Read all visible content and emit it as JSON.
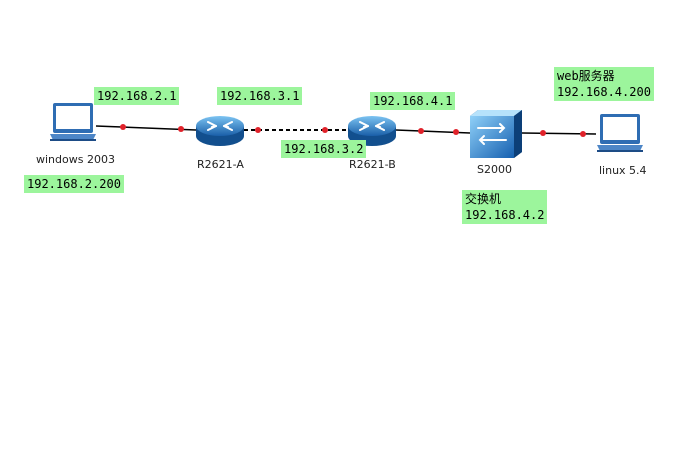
{
  "devices": {
    "windows": "windows 2003",
    "router_a": "R2621-A",
    "router_b": "R2621-B",
    "switch": "S2000",
    "linux": "linux 5.4"
  },
  "addresses": {
    "win_gateway": "192.168.2.1",
    "win_host": "192.168.2.200",
    "ra_wan": "192.168.3.1",
    "rb_wan": "192.168.3.2",
    "rb_lan": "192.168.4.1",
    "switch_title": "交换机",
    "switch_ip": "192.168.4.2",
    "web_title": "web服务器",
    "web_ip": "192.168.4.200"
  },
  "colors": {
    "label_bg": "#9cf59c",
    "endpoint": "#e0222a",
    "router": "#1f78c8",
    "switch": "#1a6fc0"
  }
}
